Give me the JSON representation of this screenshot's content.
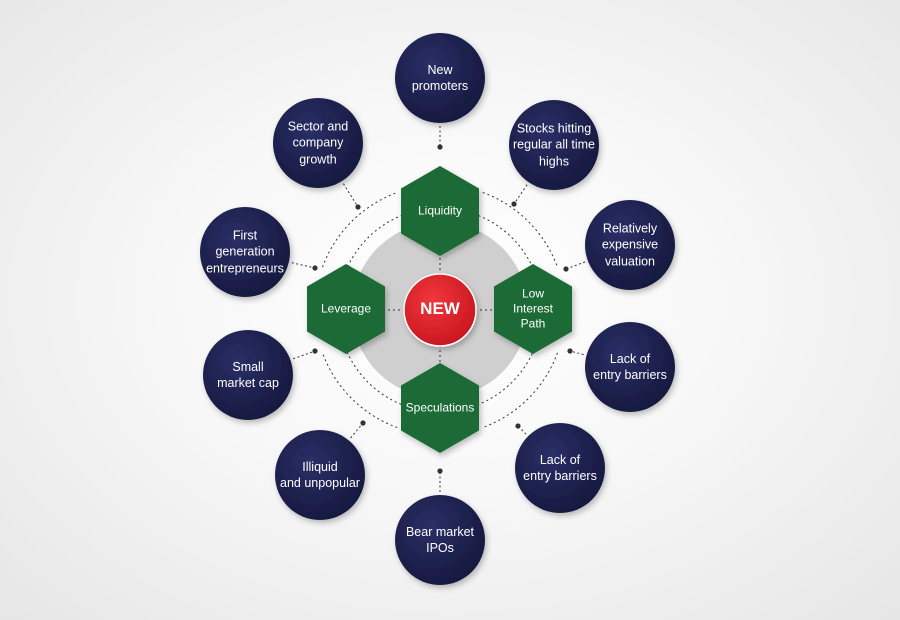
{
  "center": {
    "label": "NEW",
    "color": "#e1212b"
  },
  "colors": {
    "circle": "#1c1f4a",
    "hexagon": "#1e6b34",
    "hub": "#cfcfcf",
    "connector": "#333333"
  },
  "drivers": [
    {
      "label": "Liquidity"
    },
    {
      "label": "Low\nInterest\nPath"
    },
    {
      "label": "Speculations"
    },
    {
      "label": "Leverage"
    }
  ],
  "factors": [
    {
      "label": "New\npromoters"
    },
    {
      "label": "Stocks hitting\nregular all time\nhighs"
    },
    {
      "label": "Relatively\nexpensive\nvaluation"
    },
    {
      "label": "Lack of\nentry barriers"
    },
    {
      "label": "Lack of\nentry barriers"
    },
    {
      "label": "Bear market\nIPOs"
    },
    {
      "label": "Illiquid\nand unpopular"
    },
    {
      "label": "Small\nmarket cap"
    },
    {
      "label": "First\ngeneration\nentrepreneurs"
    },
    {
      "label": "Sector and\ncompany\ngrowth"
    }
  ]
}
